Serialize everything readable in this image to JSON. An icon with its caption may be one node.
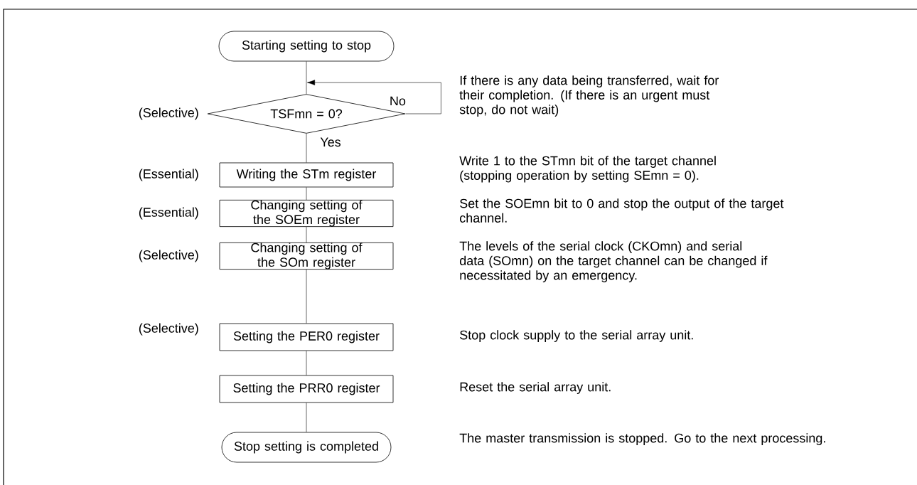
{
  "diagram": {
    "nodes": [
      {
        "text": [
          "Starting setting to stop"
        ]
      },
      {
        "text": [
          "TSFmn = 0?"
        ],
        "beside": [
          "(Selective)"
        ]
      },
      {
        "text": [
          "Writing the STm register"
        ],
        "beside": [
          "(Essential)"
        ]
      },
      {
        "text": [
          "Changing setting of the SOEm register"
        ],
        "beside": [
          "(Essential)"
        ]
      },
      {
        "text": [
          "Changing setting of the SOm register"
        ],
        "beside": [
          "(Selective)"
        ]
      },
      {
        "text": [
          "Setting the PER0 register"
        ],
        "beside": [
          "(Selective)"
        ]
      },
      {
        "text": [
          "Setting the PRR0 register"
        ]
      },
      {
        "text": [
          "Stop setting is completed"
        ]
      }
    ],
    "edges": [
      {
        "from": 0,
        "to": 1,
        "arrow": "none"
      },
      {
        "from": 1,
        "to": 1,
        "arrow": "to",
        "label": "No"
      },
      {
        "from": 1,
        "to": 2,
        "arrow": "none",
        "label": "Yes"
      },
      {
        "from": 2,
        "to": 3,
        "arrow": "none"
      },
      {
        "from": 3,
        "to": 4,
        "arrow": "none"
      },
      {
        "from": 4,
        "to": 5,
        "arrow": "none"
      },
      {
        "from": 5,
        "to": 6,
        "arrow": "none"
      },
      {
        "from": 6,
        "to": 7,
        "arrow": "none"
      }
    ],
    "labels": [
      "If there is any data being transferred, wait for their completion. (If there is an urgent must stop, do not wait)",
      "Write 1 to the STmn bit of the target channel (stopping operation by setting SEmn = 0).",
      "Set the SOEmn bit to 0 and stop the output of the target channel.",
      "The levels of the serial clock (CKOmn) and serial data (SOmn) on the target channel can be changed if necessitated by an emergency.",
      "Stop clock supply to the serial array unit.",
      "Reset the serial array unit.",
      "The master transmission is stopped. Go to the next processing."
    ]
  }
}
